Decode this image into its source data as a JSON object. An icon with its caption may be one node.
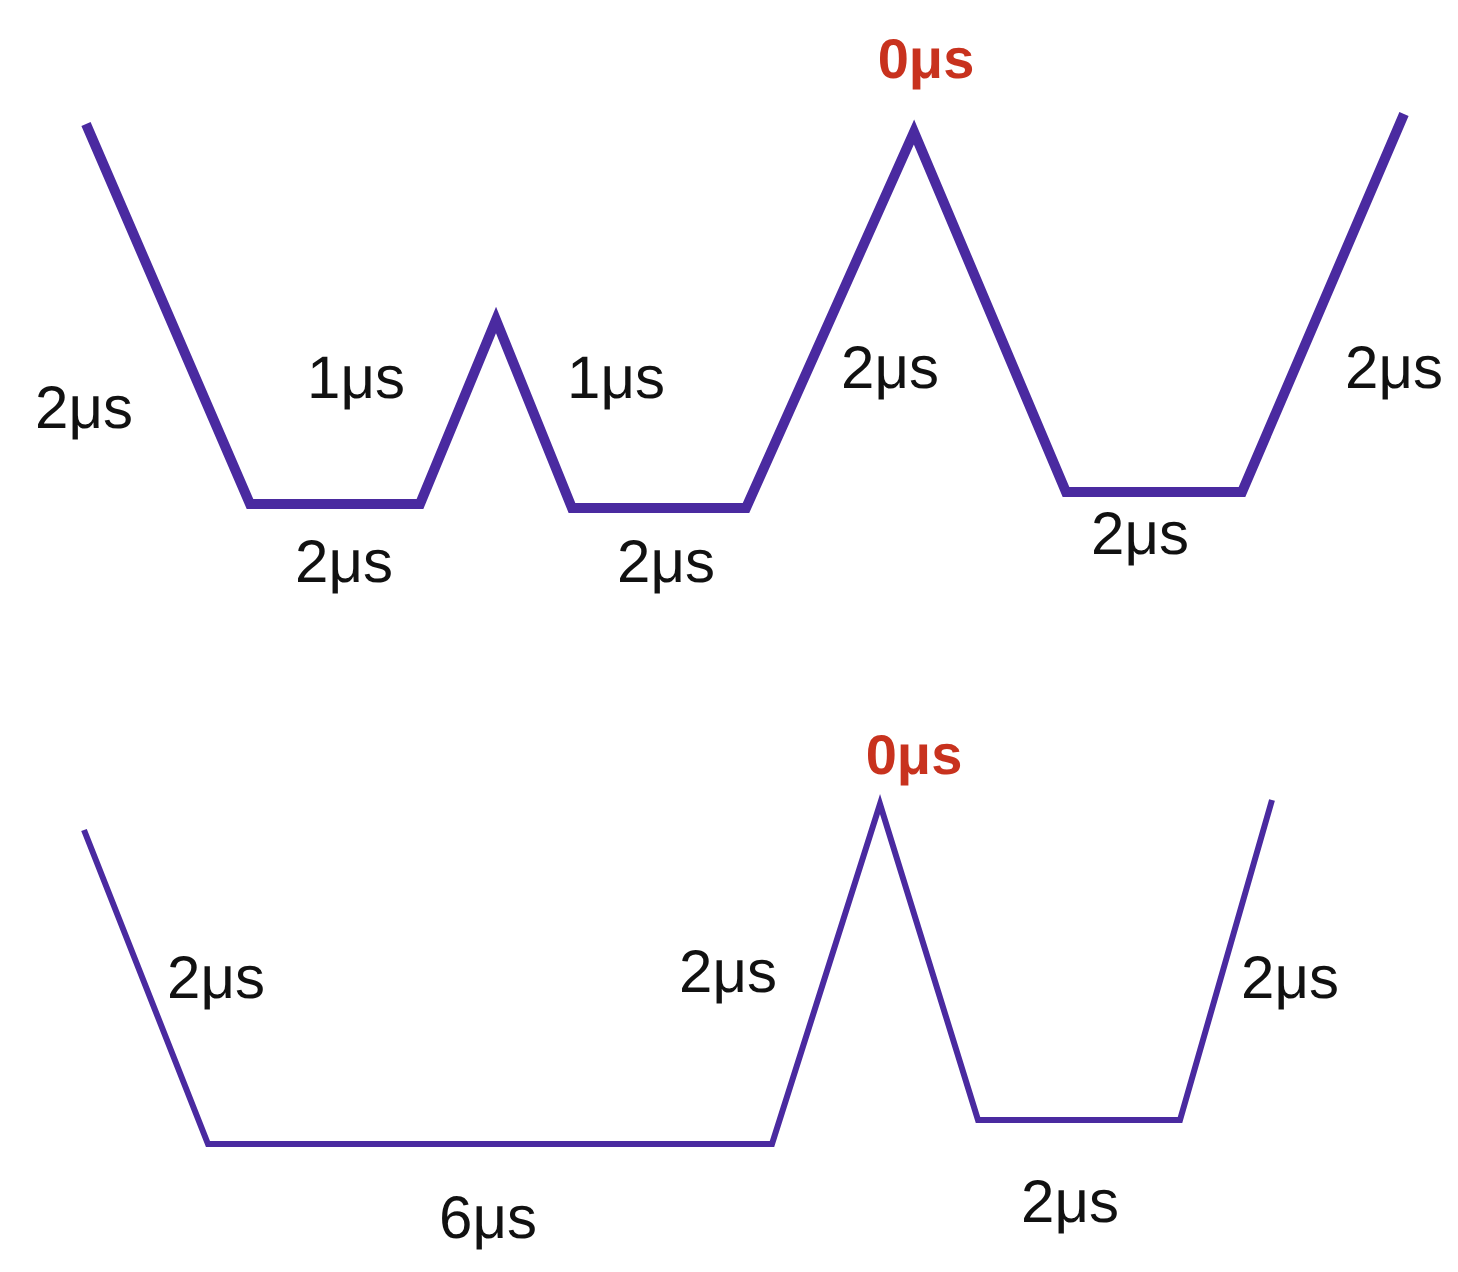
{
  "diagram": {
    "labels": [
      "0μs",
      "2μs",
      "1μs",
      "1μs",
      "2μs",
      "2μs",
      "2μs",
      "2μs",
      "2μs",
      "0μs",
      "2μs",
      "2μs",
      "2μs",
      "6μs",
      "2μs"
    ]
  }
}
